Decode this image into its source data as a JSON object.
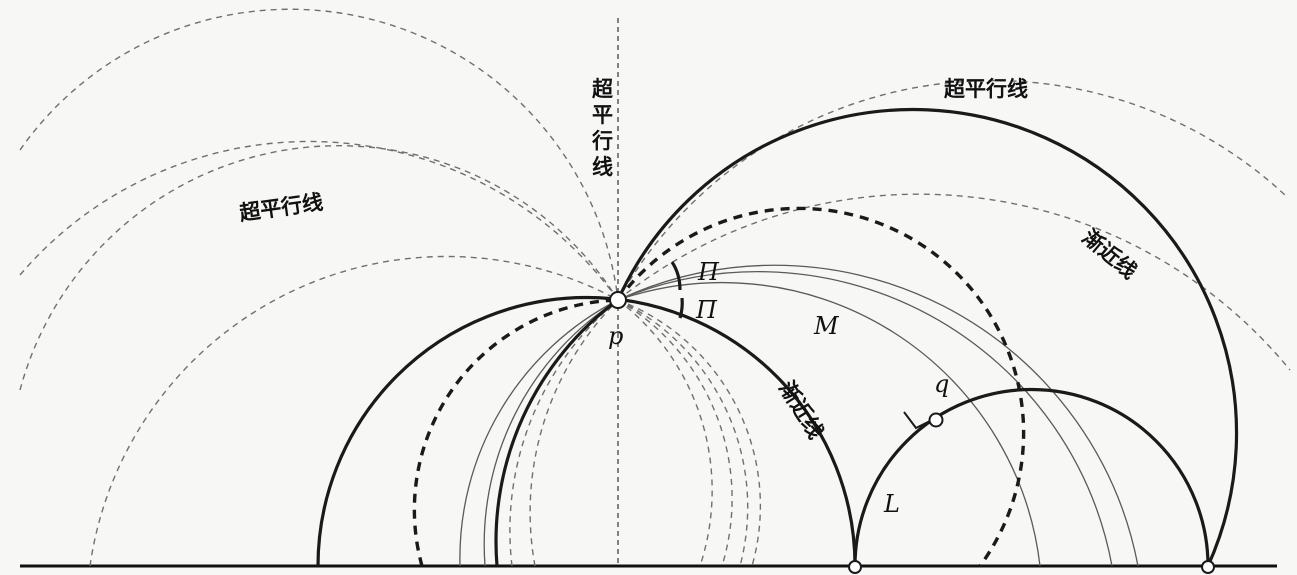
{
  "labels": {
    "ultraparallel": "超平行线",
    "asymptote": "渐近线",
    "point_p": "p",
    "point_q": "q",
    "angle_1": "Π",
    "angle_2": "Π",
    "line_M": "M",
    "line_L": "L"
  }
}
